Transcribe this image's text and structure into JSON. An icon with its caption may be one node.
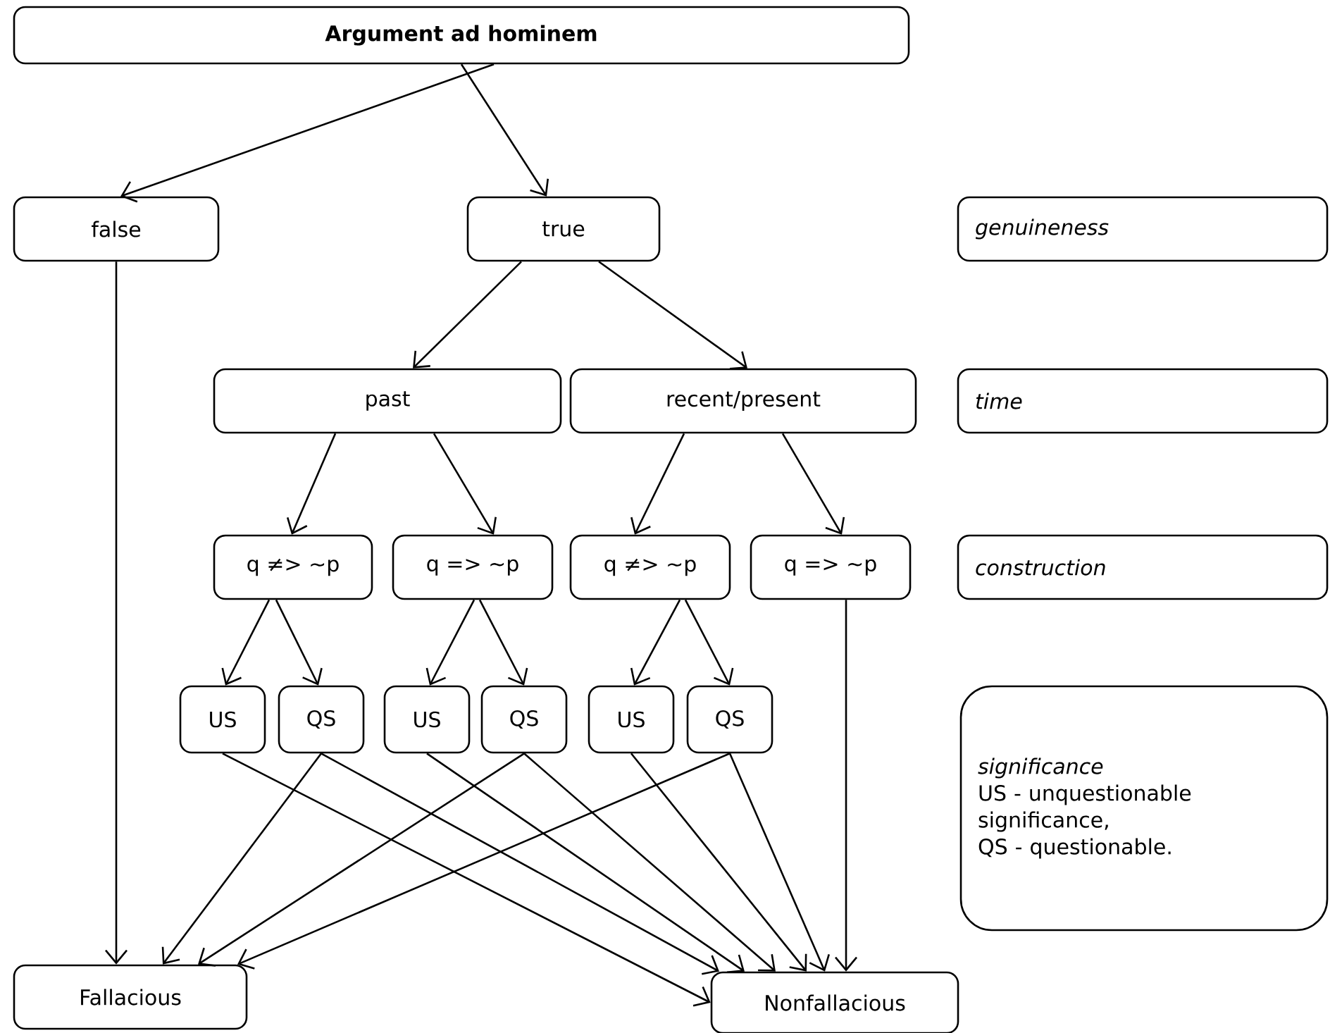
{
  "diagram": {
    "nodes": [
      {
        "text": [
          "Argument ad hominem"
        ]
      },
      {
        "text": [
          "false"
        ]
      },
      {
        "text": [
          "true"
        ]
      },
      {
        "text": [
          "genuineness"
        ]
      },
      {
        "text": [
          "past"
        ]
      },
      {
        "text": [
          "recent/present"
        ]
      },
      {
        "text": [
          "time"
        ]
      },
      {
        "text": [
          "q ≠> ~p"
        ]
      },
      {
        "text": [
          "q => ~p"
        ]
      },
      {
        "text": [
          "q ≠> ~p"
        ]
      },
      {
        "text": [
          "q => ~p"
        ]
      },
      {
        "text": [
          "construction"
        ]
      },
      {
        "text": [
          "US"
        ]
      },
      {
        "text": [
          "QS"
        ]
      },
      {
        "text": [
          "US"
        ]
      },
      {
        "text": [
          "QS"
        ]
      },
      {
        "text": [
          "US"
        ]
      },
      {
        "text": [
          "QS"
        ]
      },
      {
        "text": [
          "significance",
          "US - unquestionable significance,",
          "QS - questionable."
        ]
      },
      {
        "text": [
          "Fallacious"
        ]
      },
      {
        "text": [
          "Nonfallacious"
        ]
      }
    ],
    "edges": [
      {
        "from": 0,
        "to": 1,
        "arrow": "to"
      },
      {
        "from": 0,
        "to": 2,
        "arrow": "to"
      },
      {
        "from": 2,
        "to": 4,
        "arrow": "to"
      },
      {
        "from": 2,
        "to": 5,
        "arrow": "to"
      },
      {
        "from": 1,
        "to": 19,
        "arrow": "to"
      },
      {
        "from": 4,
        "to": 7,
        "arrow": "to"
      },
      {
        "from": 4,
        "to": 8,
        "arrow": "to"
      },
      {
        "from": 5,
        "to": 9,
        "arrow": "to"
      },
      {
        "from": 5,
        "to": 10,
        "arrow": "to"
      },
      {
        "from": 7,
        "to": 12,
        "arrow": "to"
      },
      {
        "from": 7,
        "to": 13,
        "arrow": "to"
      },
      {
        "from": 8,
        "to": 14,
        "arrow": "to"
      },
      {
        "from": 8,
        "to": 15,
        "arrow": "to"
      },
      {
        "from": 9,
        "to": 16,
        "arrow": "to"
      },
      {
        "from": 9,
        "to": 17,
        "arrow": "to"
      },
      {
        "from": 10,
        "to": 20,
        "arrow": "to"
      },
      {
        "from": 12,
        "to": 20,
        "arrow": "to"
      },
      {
        "from": 13,
        "to": 19,
        "arrow": "to"
      },
      {
        "from": 13,
        "to": 20,
        "arrow": "to"
      },
      {
        "from": 14,
        "to": 20,
        "arrow": "to"
      },
      {
        "from": 15,
        "to": 19,
        "arrow": "to"
      },
      {
        "from": 15,
        "to": 20,
        "arrow": "to"
      },
      {
        "from": 16,
        "to": 20,
        "arrow": "to"
      },
      {
        "from": 17,
        "to": 19,
        "arrow": "to"
      },
      {
        "from": 17,
        "to": 20,
        "arrow": "to"
      }
    ]
  }
}
